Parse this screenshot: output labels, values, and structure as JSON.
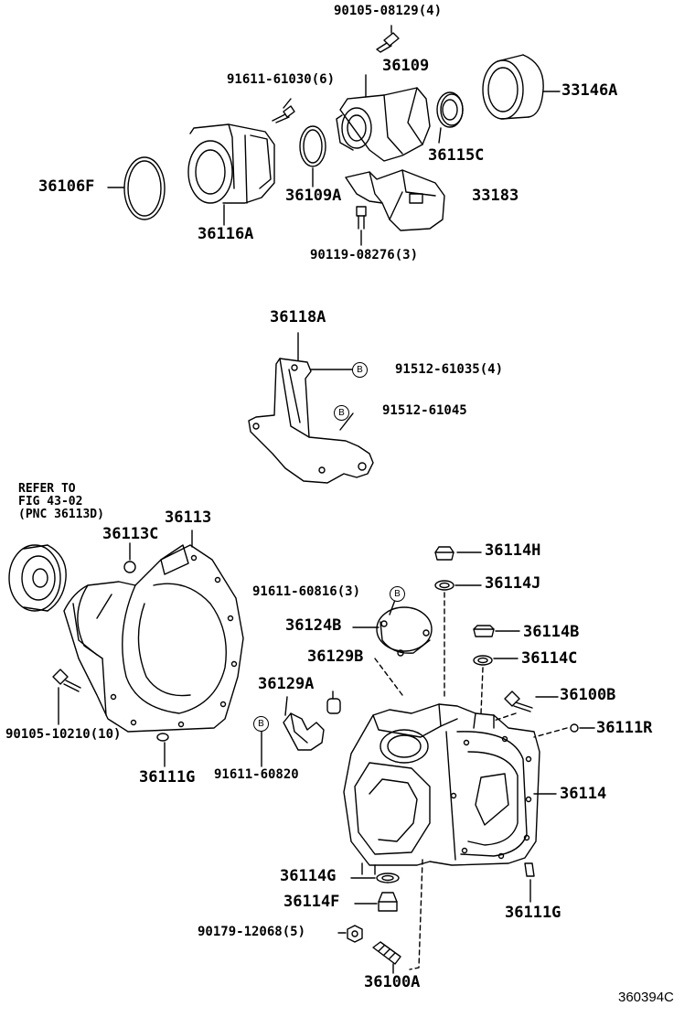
{
  "labels": {
    "p90105_08129": "90105-08129(4)",
    "p91611_61030": "91611-61030(6)",
    "p36109": "36109",
    "p33146A": "33146A",
    "p36106F": "36106F",
    "p36109A": "36109A",
    "p36115C": "36115C",
    "p33183": "33183",
    "p36116A": "36116A",
    "p90119_08276": "90119-08276(3)",
    "p36118A": "36118A",
    "p91512_61035": "91512-61035(4)",
    "p91512_61045": "91512-61045",
    "p36113": "36113",
    "p36113C": "36113C",
    "p36114H": "36114H",
    "p36114J": "36114J",
    "p91611_60816": "91611-60816(3)",
    "p36124B": "36124B",
    "p36114B": "36114B",
    "p36129B": "36129B",
    "p36114C": "36114C",
    "p36129A": "36129A",
    "p36100B": "36100B",
    "p90105_10210": "90105-10210(10)",
    "p36111R": "36111R",
    "p36111G_a": "36111G",
    "p91611_60820": "91611-60820",
    "p36114": "36114",
    "p36114G": "36114G",
    "p36114F": "36114F",
    "p36111G_b": "36111G",
    "p90179_12068": "90179-12068(5)",
    "p36100A": "36100A"
  },
  "refer_note": {
    "line1": "REFER TO",
    "line2": "FIG 43-02",
    "line3": "(PNC 36113D)"
  },
  "callout_letter": "B",
  "diagram_code": "360394C"
}
